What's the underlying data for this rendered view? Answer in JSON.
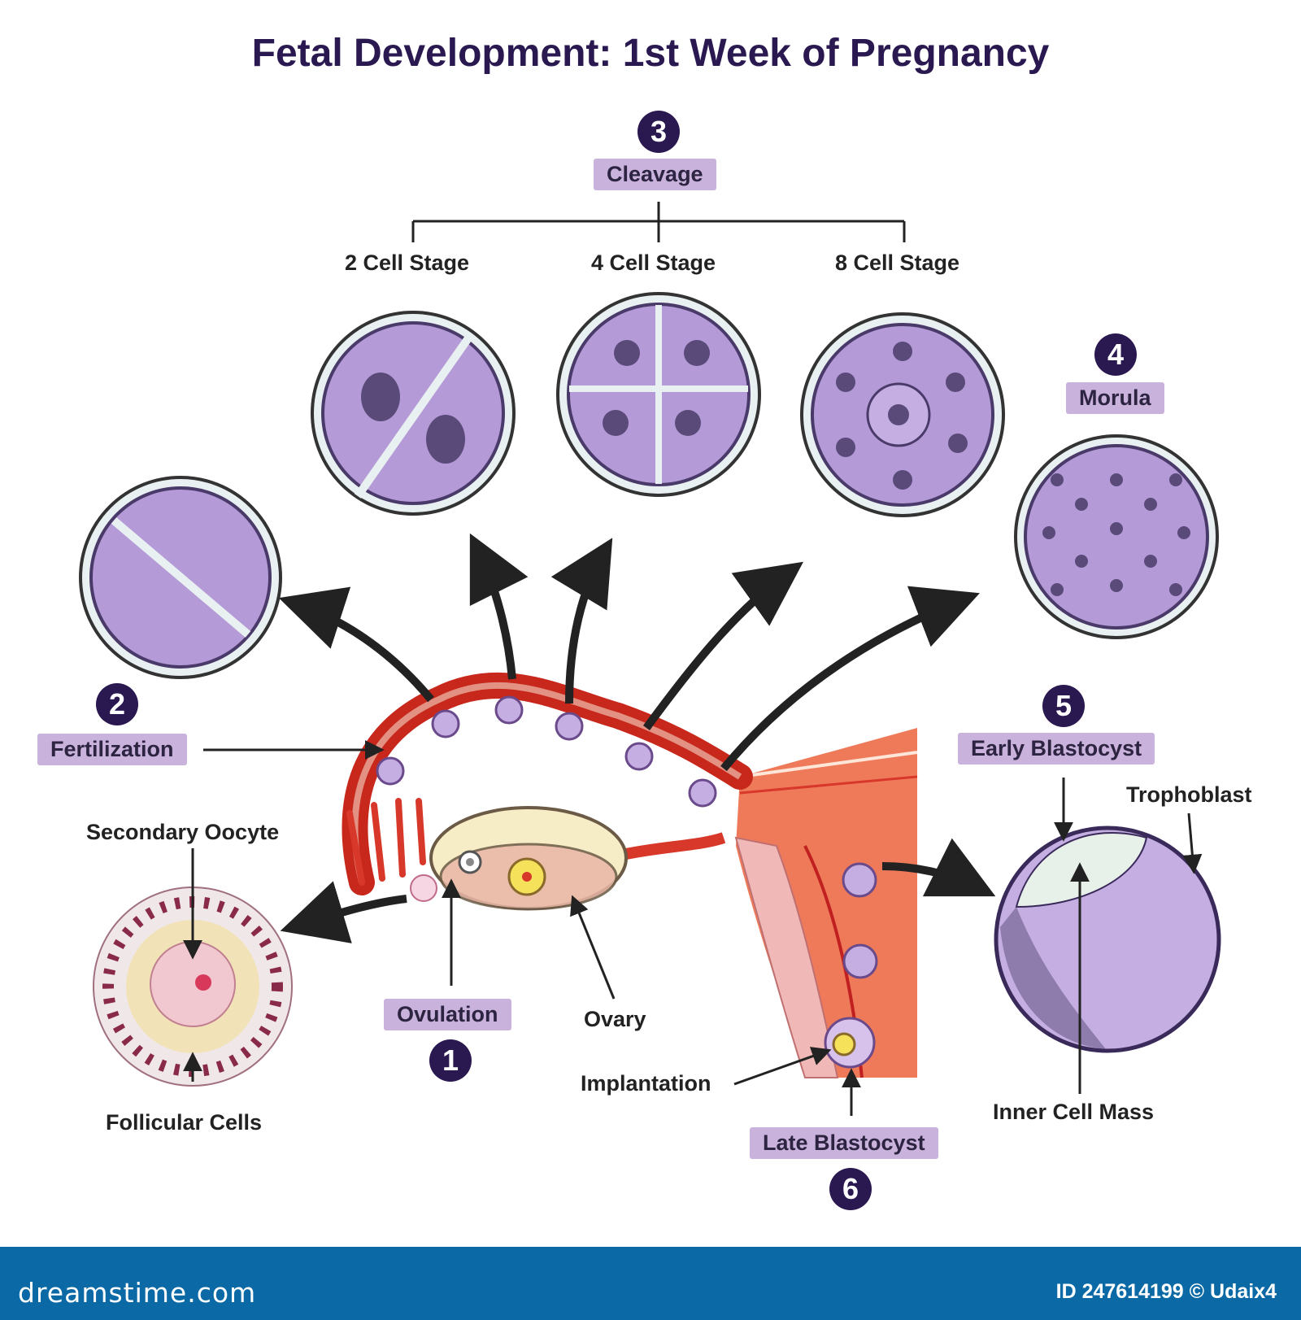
{
  "title": "Fetal Development: 1st Week of Pregnancy",
  "stages": {
    "cleavage": {
      "number": "3",
      "label": "Cleavage"
    },
    "fertilization": {
      "number": "2",
      "label": "Fertilization"
    },
    "morula": {
      "number": "4",
      "label": "Morula"
    },
    "early_blastocyst": {
      "number": "5",
      "label": "Early Blastocyst"
    },
    "ovulation": {
      "number": "1",
      "label": "Ovulation"
    },
    "late_blastocyst": {
      "number": "6",
      "label": "Late Blastocyst"
    }
  },
  "cell_stages": {
    "two": "2 Cell Stage",
    "four": "4 Cell Stage",
    "eight": "8 Cell Stage"
  },
  "labels": {
    "secondary_oocyte": "Secondary Oocyte",
    "follicular_cells": "Follicular Cells",
    "ovary": "Ovary",
    "implantation": "Implantation",
    "trophoblast": "Trophoblast",
    "inner_cell_mass": "Inner Cell Mass"
  },
  "footer": {
    "brand": "dreamstime.com",
    "credit": "ID 247614199 © Udaix4"
  },
  "colors": {
    "title": "#2a1850",
    "tag_bg": "#c9b2dc",
    "cell_purple": "#b49ad6",
    "tube_red": "#d8382a",
    "footer_bg": "#0b6aa6"
  }
}
